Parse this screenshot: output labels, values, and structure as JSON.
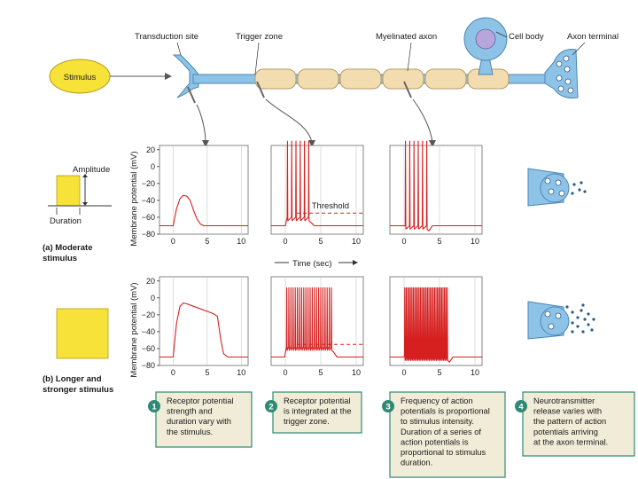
{
  "neuron": {
    "stimulus_label": "Stimulus",
    "labels": {
      "transduction": "Transduction site",
      "trigger": "Trigger zone",
      "myelinated": "Myelinated axon",
      "cell_body": "Cell body",
      "axon_terminal": "Axon terminal"
    }
  },
  "stimulus_panel": {
    "amplitude": "Amplitude",
    "duration": "Duration",
    "row_a": [
      "(a) Moderate",
      "stimulus"
    ],
    "row_b": [
      "(b) Longer and",
      "stronger stimulus"
    ]
  },
  "axes": {
    "ylabel": "Membrane potential (mV)",
    "yticks": [
      "20",
      "0",
      "−20",
      "−40",
      "−60",
      "−80"
    ],
    "xticks": [
      "0",
      "5",
      "10"
    ],
    "xlabel": "Time (sec)",
    "threshold_label": "Threshold"
  },
  "chart_data": [
    {
      "type": "line",
      "panel": "a-receptor",
      "xlim": [
        -2,
        11
      ],
      "ylim": [
        -80,
        25
      ],
      "x": [
        -2,
        0,
        0.5,
        1,
        1.5,
        2,
        2.5,
        3,
        3.5,
        4,
        4.5,
        5,
        11
      ],
      "y": [
        -70,
        -70,
        -50,
        -38,
        -34,
        -35,
        -40,
        -52,
        -62,
        -68,
        -70,
        -70,
        -70
      ]
    },
    {
      "type": "line",
      "panel": "a-trigger",
      "xlim": [
        -2,
        11
      ],
      "ylim": [
        -80,
        25
      ],
      "threshold": -55,
      "spike_times": [
        0.3,
        0.9,
        1.5,
        2.1,
        2.7,
        3.3
      ],
      "spike_peak": 30,
      "baseline": -70
    },
    {
      "type": "line",
      "panel": "a-axon",
      "xlim": [
        -2,
        11
      ],
      "ylim": [
        -80,
        25
      ],
      "spike_times": [
        0.2,
        0.8,
        1.4,
        2.0,
        2.6,
        3.2
      ],
      "spike_peak": 30,
      "baseline": -70
    },
    {
      "type": "line",
      "panel": "b-receptor",
      "xlim": [
        -2,
        11
      ],
      "ylim": [
        -80,
        25
      ],
      "x": [
        -2,
        0,
        0.5,
        1,
        1.5,
        2,
        3,
        4,
        5,
        6,
        6.5,
        7,
        7.4,
        8,
        11
      ],
      "y": [
        -70,
        -70,
        -30,
        -10,
        -6,
        -7,
        -10,
        -13,
        -16,
        -19,
        -22,
        -50,
        -66,
        -70,
        -70
      ]
    },
    {
      "type": "line",
      "panel": "b-trigger",
      "xlim": [
        -2,
        11
      ],
      "ylim": [
        -80,
        25
      ],
      "threshold": -55,
      "spike_interval": 0.3,
      "spike_start": 0.2,
      "spike_end": 6.6,
      "spike_peak": 12,
      "baseline": -70
    },
    {
      "type": "line",
      "panel": "b-axon",
      "xlim": [
        -2,
        11
      ],
      "ylim": [
        -80,
        25
      ],
      "spike_interval": 0.2,
      "spike_start": 0.1,
      "spike_end": 6.2,
      "spike_peak": 12,
      "baseline": -70
    }
  ],
  "captions": [
    {
      "num": "1",
      "lines": [
        "Receptor potential",
        "strength and",
        "duration vary with",
        "the stimulus."
      ]
    },
    {
      "num": "2",
      "lines": [
        "Receptor potential",
        "is integrated at the",
        "trigger zone."
      ]
    },
    {
      "num": "3",
      "lines": [
        "Frequency of action",
        "potentials is proportional",
        "to stimulus intensity.",
        "Duration of a series of",
        "action potentials is",
        "proportional to stimulus",
        "duration."
      ]
    },
    {
      "num": "4",
      "lines": [
        "Neurotransmitter",
        "release varies with",
        "the pattern of action",
        "potentials arriving",
        "at the axon terminal."
      ]
    }
  ],
  "colors": {
    "trace": "#d62020",
    "neuron": "#8ec3e8",
    "myelin": "#f2dcb0",
    "stimulus": "#f7e23a",
    "caption_border": "#2e8a74",
    "caption_fill": "#f1ecd8",
    "caption_num": "#2e8a74"
  }
}
